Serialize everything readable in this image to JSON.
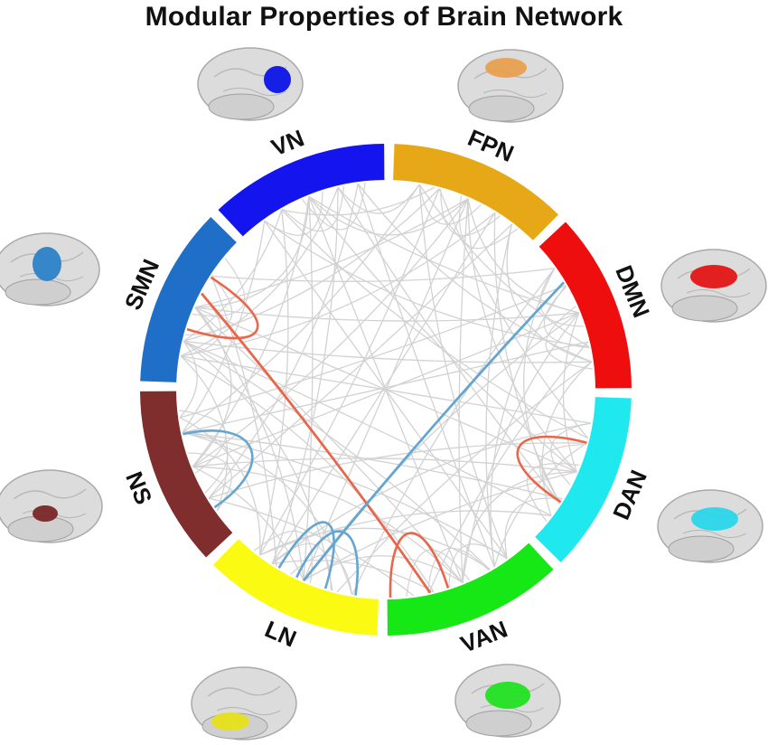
{
  "title": "Modular Properties of Brain Network",
  "modules": [
    {
      "id": "VN",
      "label": "VN",
      "color": "#1414ee",
      "highlight": "#0a14e6"
    },
    {
      "id": "FPN",
      "label": "FPN",
      "color": "#e6a817",
      "highlight": "#e8a04e"
    },
    {
      "id": "DMN",
      "label": "DMN",
      "color": "#ee0e0e",
      "highlight": "#e31515"
    },
    {
      "id": "DAN",
      "label": "DAN",
      "color": "#1fe9ef",
      "highlight": "#2ad6ea"
    },
    {
      "id": "VAN",
      "label": "VAN",
      "color": "#15e815",
      "highlight": "#22e022"
    },
    {
      "id": "LN",
      "label": "LN",
      "color": "#fafa12",
      "highlight": "#e6e01a"
    },
    {
      "id": "NS",
      "label": "NS",
      "color": "#7f2d2d",
      "highlight": "#7a2626"
    },
    {
      "id": "SMN",
      "label": "SMN",
      "color": "#1f6fc8",
      "highlight": "#2b82c8"
    }
  ],
  "connection_colors": {
    "background": "#d2d2d2",
    "red": "#e8674b",
    "blue": "#64a5d2"
  }
}
